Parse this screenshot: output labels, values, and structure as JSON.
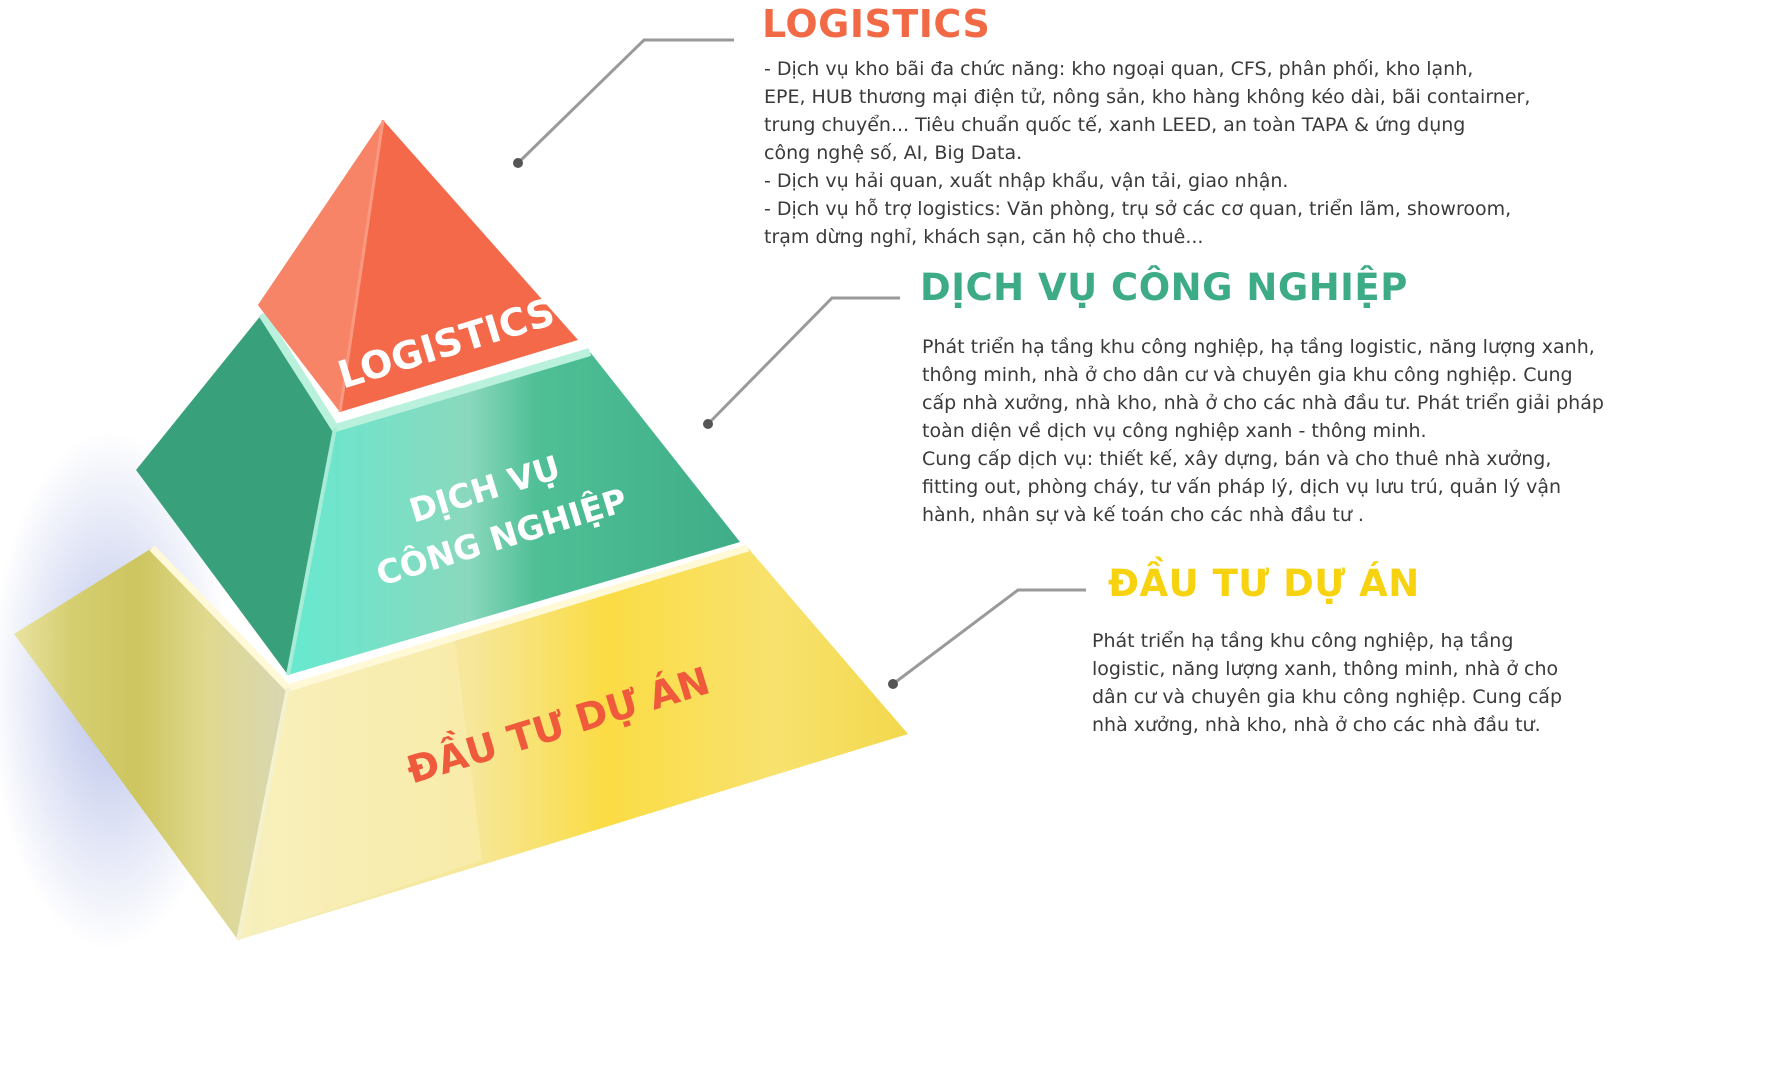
{
  "colors": {
    "logistics": "#f16a45",
    "industrial": "#3dab85",
    "investment": "#f7d20f",
    "body_text": "#3a3a3a",
    "connector": "#9a9a9a"
  },
  "pyramid": {
    "top_label": "LOGISTICS",
    "middle_label": [
      "DỊCH VỤ",
      "CÔNG NGHIỆP"
    ],
    "bottom_label": "ĐẦU TƯ DỰ ÁN"
  },
  "sections": {
    "logistics": {
      "heading": "LOGISTICS",
      "lines": [
        "- Dịch vụ kho bãi đa chức năng: kho ngoại quan, CFS, phân phối, kho lạnh,",
        "EPE, HUB thương mại điện tử, nông sản, kho hàng không kéo dài, bãi contairner,",
        "trung chuyển... Tiêu chuẩn quốc tế, xanh LEED, an toàn TAPA & ứng dụng",
        "công nghệ số, AI, Big Data.",
        "- Dịch vụ hải quan, xuất nhập khẩu, vận tải, giao nhận.",
        "- Dịch vụ hỗ trợ logistics: Văn phòng, trụ sở các cơ quan, triển lãm, showroom,",
        "trạm dừng nghỉ, khách sạn, căn hộ cho thuê..."
      ]
    },
    "industrial": {
      "heading": "DỊCH VỤ CÔNG NGHIỆP",
      "lines": [
        "Phát triển hạ tầng khu công nghiệp, hạ tầng logistic, năng lượng xanh,",
        "thông minh, nhà ở cho dân cư và chuyên gia khu công nghiệp. Cung",
        "cấp nhà xưởng, nhà kho, nhà ở cho các nhà đầu tư. Phát triển giải pháp",
        "toàn diện về dịch vụ công nghiệp xanh - thông minh.",
        "Cung cấp dịch vụ: thiết kế, xây dựng,  bán và cho thuê nhà xưởng,",
        "fitting out, phòng cháy, tư vấn pháp lý, dịch vụ lưu trú, quản lý vận",
        "hành, nhân sự và kế toán cho các nhà đầu tư ."
      ]
    },
    "investment": {
      "heading": "ĐẦU TƯ DỰ ÁN",
      "lines": [
        "Phát triển hạ tầng khu công nghiệp, hạ tầng",
        "logistic, năng lượng xanh, thông minh, nhà ở cho",
        "dân cư và chuyên gia khu công nghiệp. Cung cấp",
        "nhà xưởng, nhà kho, nhà ở cho các nhà đầu tư."
      ]
    }
  }
}
